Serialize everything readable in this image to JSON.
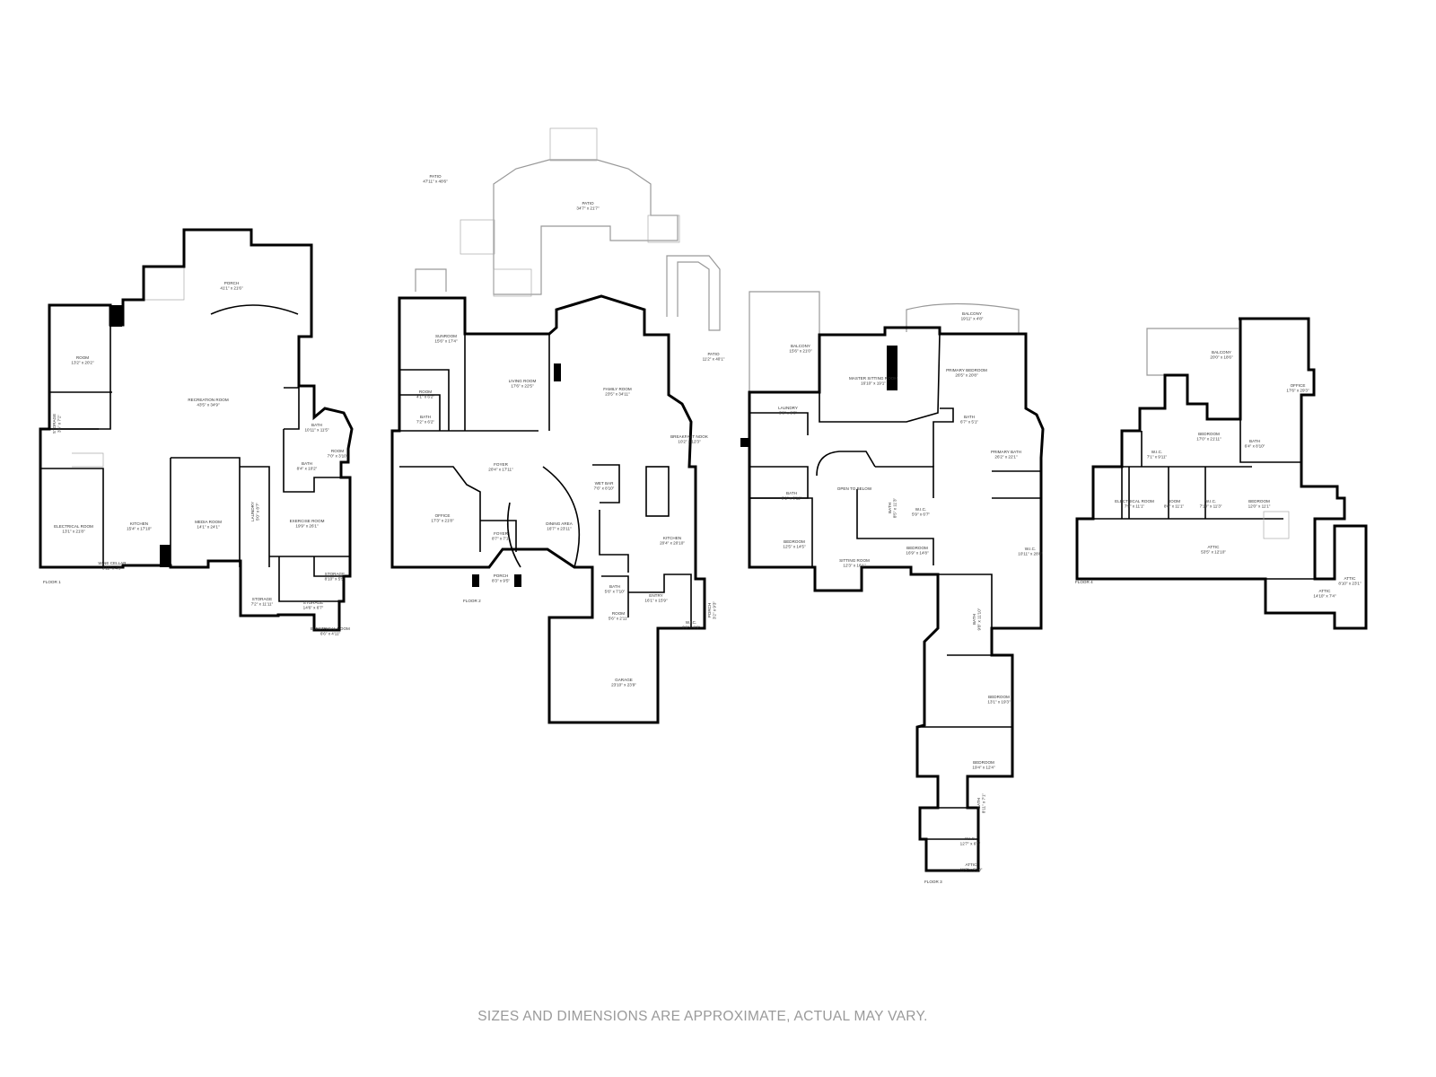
{
  "floors": [
    {
      "label": "FLOOR 1",
      "rooms": [
        {
          "name": "PORCH",
          "dims": "41'1\" x 21'6\""
        },
        {
          "name": "ROOM",
          "dims": "13'2\" x 20'2\""
        },
        {
          "name": "RECREATION ROOM",
          "dims": "43'5\" x 34'9\""
        },
        {
          "name": "STORAGE",
          "dims": "3'6\" x 7'2\""
        },
        {
          "name": "BATH",
          "dims": "10'11\" x 11'5\""
        },
        {
          "name": "ROOM",
          "dims": "7'0\" x 3'10\""
        },
        {
          "name": "BATH",
          "dims": "8'4\" x 10'2\""
        },
        {
          "name": "ELECTRICAL ROOM",
          "dims": "13'1\" x 21'8\""
        },
        {
          "name": "KITCHEN",
          "dims": "15'4\" x 17'10\""
        },
        {
          "name": "MEDIA ROOM",
          "dims": "14'1\" x 24'1\""
        },
        {
          "name": "LAUNDRY",
          "dims": "5'0\" x 8'7\""
        },
        {
          "name": "EXERCISE ROOM",
          "dims": "19'9\" x 26'1\""
        },
        {
          "name": "WINE CELLAR",
          "dims": "3'11\" x 4'9\""
        },
        {
          "name": "STORAGE",
          "dims": "8'10\" x 5'5\""
        },
        {
          "name": "STORAGE",
          "dims": "7'2\" x 11'11\""
        },
        {
          "name": "STORAGE",
          "dims": "14'6\" x 6'7\""
        },
        {
          "name": "ELECTRICAL ROOM",
          "dims": "6'6\" x 4'11\""
        }
      ]
    },
    {
      "label": "FLOOR 2",
      "rooms": [
        {
          "name": "PATIO",
          "dims": "47'11\" x 48'6\""
        },
        {
          "name": "PATIO",
          "dims": "34'7\" x 21'7\""
        },
        {
          "name": "PATIO",
          "dims": "11'2\" x 40'1\""
        },
        {
          "name": "SUNROOM",
          "dims": "15'6\" x 17'4\""
        },
        {
          "name": "LIVING ROOM",
          "dims": "17'6\" x 22'5\""
        },
        {
          "name": "FAMILY ROOM",
          "dims": "23'5\" x 34'11\""
        },
        {
          "name": "ROOM",
          "dims": "4'1\" x 6'2\""
        },
        {
          "name": "BATH",
          "dims": "7'2\" x 6'2\""
        },
        {
          "name": "BREAKFAST NOOK",
          "dims": "10'2\" x 12'3\""
        },
        {
          "name": "FOYER",
          "dims": "20'4\" x 17'11\""
        },
        {
          "name": "WET BAR",
          "dims": "7'6\" x 8'10\""
        },
        {
          "name": "OFFICE",
          "dims": "17'3\" x 21'8\""
        },
        {
          "name": "DINING AREA",
          "dims": "16'7\" x 23'11\""
        },
        {
          "name": "FOYER",
          "dims": "8'7\" x 7'1\""
        },
        {
          "name": "KITCHEN",
          "dims": "20'4\" x 20'10\""
        },
        {
          "name": "PORCH",
          "dims": "8'3\" x 9'5\""
        },
        {
          "name": "BATH",
          "dims": "5'6\" x 7'10\""
        },
        {
          "name": "ENTRY",
          "dims": "16'1\" x 15'9\""
        },
        {
          "name": "ROOM",
          "dims": "5'6\" x 2'11\""
        },
        {
          "name": "W.I.C.",
          "dims": "6'6\" x 6'6\""
        },
        {
          "name": "PORCH",
          "dims": "3'2\" x 9'3\""
        },
        {
          "name": "GARAGE",
          "dims": "23'10\" x 23'9\""
        }
      ]
    },
    {
      "label": "FLOOR 3",
      "rooms": [
        {
          "name": "BALCONY",
          "dims": "15'6\" x 21'0\""
        },
        {
          "name": "BALCONY",
          "dims": "19'11\" x 4'8\""
        },
        {
          "name": "MASTER SITTING ROOM",
          "dims": "16'10\" x 19'1\""
        },
        {
          "name": "PRIMARY BEDROOM",
          "dims": "26'5\" x 20'8\""
        },
        {
          "name": "LAUNDRY",
          "dims": "9'8\" x 9'0\""
        },
        {
          "name": "BATH",
          "dims": "6'7\" x 5'1\""
        },
        {
          "name": "PRIMARY BATH",
          "dims": "26'2\" x 22'1\""
        },
        {
          "name": "OPEN TO BELOW",
          "dims": ""
        },
        {
          "name": "BATH",
          "dims": "9'1\" x 6'11\""
        },
        {
          "name": "BATH",
          "dims": "8'5\" x 11'3\""
        },
        {
          "name": "W.I.C.",
          "dims": "5'9\" x 6'7\""
        },
        {
          "name": "BEDROOM",
          "dims": "12'5\" x 14'5\""
        },
        {
          "name": "BEDROOM",
          "dims": "16'9\" x 14'8\""
        },
        {
          "name": "SITTING ROOM",
          "dims": "12'3\" x 16'1\""
        },
        {
          "name": "W.I.C.",
          "dims": "10'11\" x 28'8\""
        },
        {
          "name": "BATH",
          "dims": "9'8\" x 11'10\""
        },
        {
          "name": "BEDROOM",
          "dims": "13'1\" x 19'3\""
        },
        {
          "name": "BEDROOM",
          "dims": "19'4\" x 12'4\""
        },
        {
          "name": "BATH",
          "dims": "8'11\" x 7'1\""
        },
        {
          "name": "W.I.C.",
          "dims": "12'7\" x 6'6\""
        },
        {
          "name": "ATTIC",
          "dims": "11'3\" x 5'10\""
        }
      ]
    },
    {
      "label": "FLOOR 4",
      "rooms": [
        {
          "name": "BALCONY",
          "dims": "20'0\" x 18'6\""
        },
        {
          "name": "OFFICE",
          "dims": "17'6\" x 29'3\""
        },
        {
          "name": "BEDROOM",
          "dims": "17'0\" x 21'11\""
        },
        {
          "name": "BATH",
          "dims": "6'4\" x 8'10\""
        },
        {
          "name": "W.I.C.",
          "dims": "7'1\" x 9'11\""
        },
        {
          "name": "ELECTRICAL ROOM",
          "dims": "7'9\" x 11'1\""
        },
        {
          "name": "ROOM",
          "dims": "8'6\" x 11'1\""
        },
        {
          "name": "W.I.C.",
          "dims": "7'10\" x 11'3\""
        },
        {
          "name": "BEDROOM",
          "dims": "12'0\" x 11'1\""
        },
        {
          "name": "ATTIC",
          "dims": "53'5\" x 12'10\""
        },
        {
          "name": "ATTIC",
          "dims": "14'10\" x 7'4\""
        },
        {
          "name": "ATTIC",
          "dims": "8'10\" x 23'1\""
        }
      ]
    }
  ],
  "disclaimer": "SIZES AND DIMENSIONS ARE APPROXIMATE, ACTUAL MAY VARY."
}
